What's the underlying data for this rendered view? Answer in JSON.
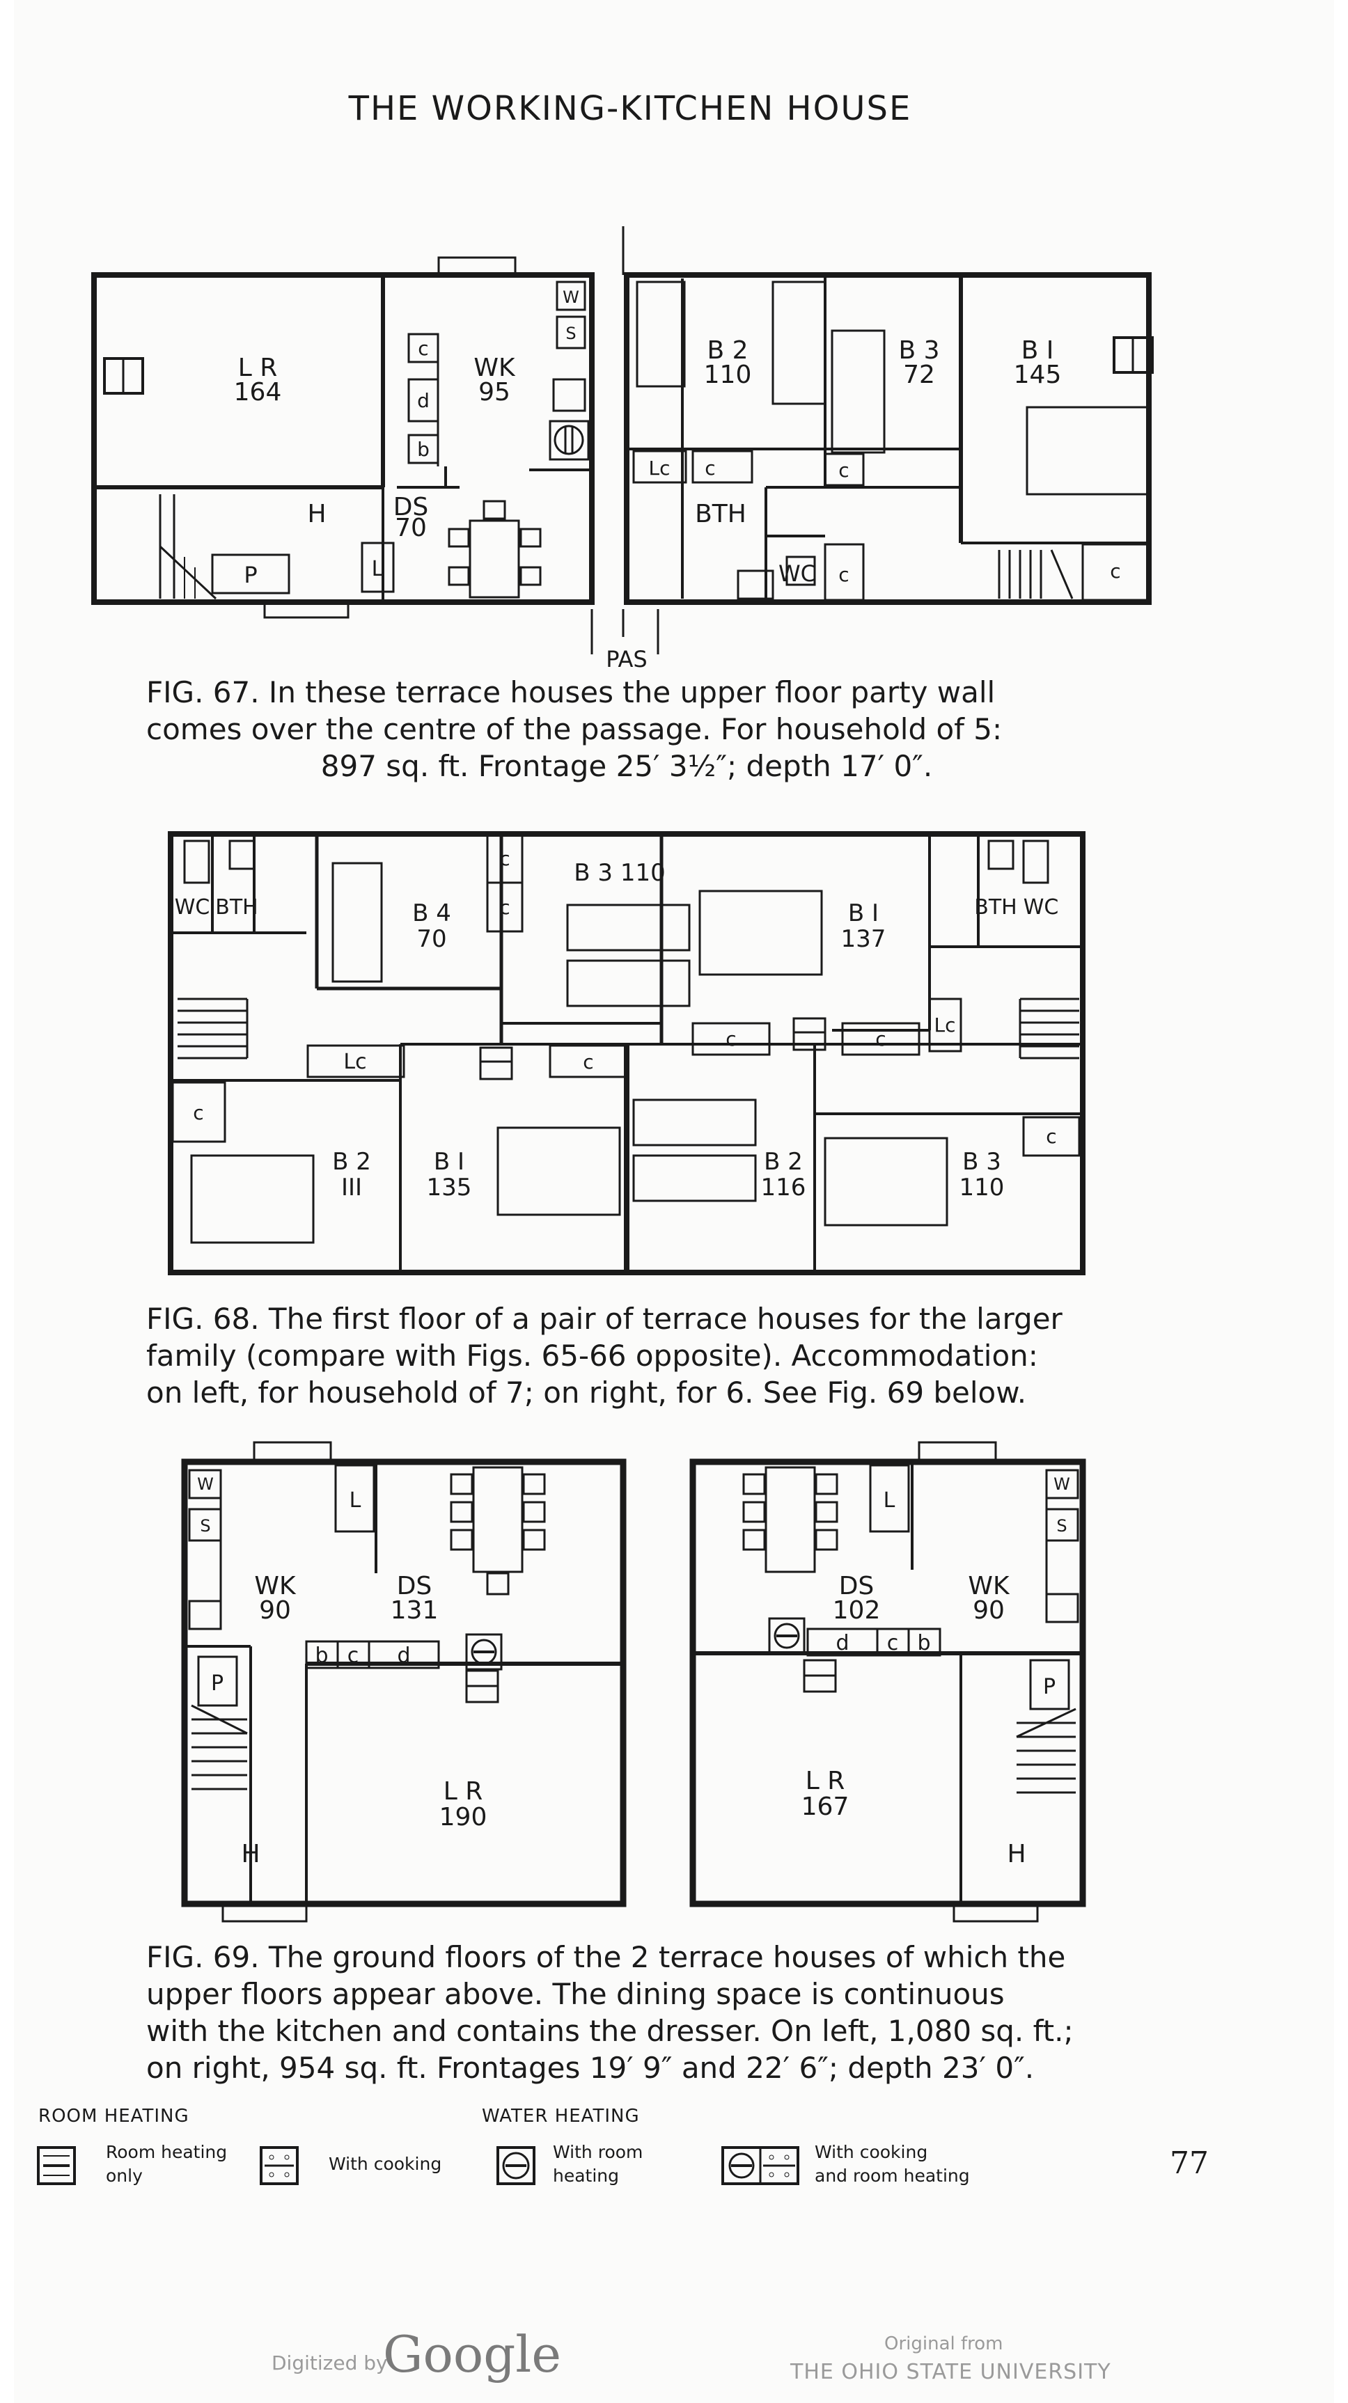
{
  "page": {
    "heading": "THE WORKING-KITCHEN HOUSE",
    "page_number": "77"
  },
  "fig67": {
    "rooms": {
      "lr": "L R",
      "lr_area": "164",
      "wk": "WK",
      "wk_area": "95",
      "ds": "DS",
      "ds_area": "70",
      "h": "H",
      "p": "P",
      "l": "L",
      "c": "c",
      "d": "d",
      "b": "b",
      "w": "W",
      "s": "S",
      "b2": "B 2",
      "b2_area": "110",
      "b3": "B 3",
      "b3_area": "72",
      "b1": "B I",
      "b1_area": "145",
      "lc": "Lc",
      "bth": "BTH",
      "wc": "WC",
      "pas": "PAS"
    },
    "caption_lines": [
      "FIG. 67.  In these terrace houses the upper floor party wall",
      "comes over the centre of the passage.  For household of 5:",
      "897 sq. ft.  Frontage 25′ 3½″; depth 17′ 0″."
    ]
  },
  "fig68": {
    "rooms": {
      "wc": "WC",
      "bth": "BTH",
      "b4": "B 4",
      "b4_area": "70",
      "b3_110": "B 3  110",
      "b1r": "B I",
      "b1r_area": "137",
      "b2l": "B 2",
      "b2l_area": "III",
      "b1l": "B I",
      "b1l_area": "135",
      "b2r": "B 2",
      "b2r_area": "116",
      "b3r": "B 3",
      "b3r_area": "110",
      "lc": "Lc",
      "c": "c"
    },
    "caption_lines": [
      "FIG. 68.  The first floor of a pair of terrace houses for the larger",
      "family (compare with Figs. 65-66 opposite).  Accommodation:",
      "on left, for household of 7;  on right, for 6.  See Fig. 69 below."
    ]
  },
  "fig69": {
    "rooms": {
      "wk": "WK",
      "wk_left_area": "90",
      "wk_right_area": "90",
      "ds": "DS",
      "ds_left_area": "131",
      "ds_right_area": "102",
      "lr": "L R",
      "lr_left_area": "190",
      "lr_right_area": "167",
      "h": "H",
      "p": "P",
      "l": "L",
      "b": "b",
      "c": "c",
      "d": "d",
      "w": "W",
      "s": "S"
    },
    "caption_lines": [
      "FIG. 69.  The ground floors of the 2 terrace houses of which the",
      "upper floors appear above.  The dining space is continuous",
      "with the kitchen and contains the dresser.  On left, 1,080 sq. ft.;",
      "on right, 954 sq. ft.  Frontages 19′ 9″ and 22′ 6″;  depth 23′ 0″."
    ]
  },
  "legend": {
    "room_heating_title": "ROOM HEATING",
    "water_heating_title": "WATER HEATING",
    "items": [
      {
        "label_1": "Room heating",
        "label_2": "only",
        "icon": "room-heating-only-icon"
      },
      {
        "label_1": "With cooking",
        "label_2": "",
        "icon": "room-heating-with-cooking-icon"
      },
      {
        "label_1": "With room",
        "label_2": "heating",
        "icon": "water-heating-with-room-heating-icon"
      },
      {
        "label_1": "With cooking",
        "label_2": "and room heating",
        "icon": "water-heating-with-cooking-and-room-heating-icon"
      }
    ]
  },
  "footer": {
    "digitized_by": "Digitized by",
    "google": "Google",
    "original_from": "Original from",
    "university": "THE OHIO STATE UNIVERSITY"
  },
  "colors": {
    "ink": "#1a1a1a",
    "paper": "#fbfbfa",
    "fade": "#9a9a9a"
  }
}
